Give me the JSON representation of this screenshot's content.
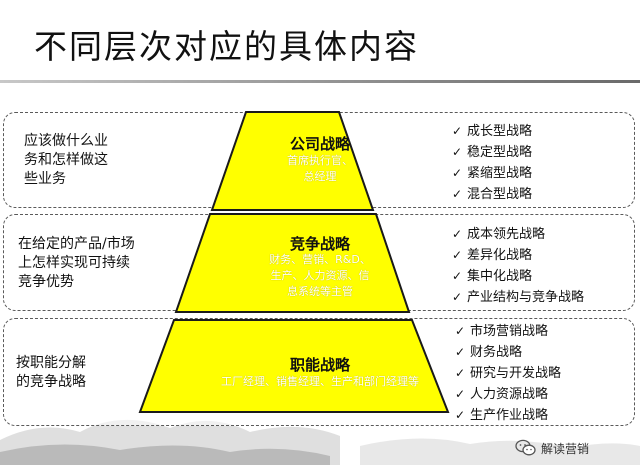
{
  "title": "不同层次对应的具体内容",
  "tiers": [
    {
      "name": "公司战略",
      "sub": [
        "首席执行官、",
        "总经理"
      ],
      "left_text": [
        "应该做什么业",
        "务和怎样做这",
        "些业务"
      ],
      "strategies": [
        "成长型战略",
        "稳定型战略",
        "紧缩型战略",
        "混合型战略"
      ]
    },
    {
      "name": "竞争战略",
      "sub": [
        "财务、营销、R&D、",
        "生产、人力资源、信",
        "息系统等主管"
      ],
      "left_text": [
        "在给定的产品/市场",
        "上怎样实现可持续",
        "竞争优势"
      ],
      "strategies": [
        "成本领先战略",
        "差异化战略",
        "集中化战略",
        "产业结构与竞争战略"
      ]
    },
    {
      "name": "职能战略",
      "sub": [
        "工厂经理、销售经理、生产和部门经理等"
      ],
      "left_text": [
        "按职能分解",
        "的竞争战略"
      ],
      "strategies": [
        "市场营销战略",
        "财务战略",
        "研究与开发战略",
        "人力资源战略",
        "生产作业战略"
      ]
    }
  ],
  "watermark": "解读营销",
  "colors": {
    "pyramid_fill": "#ffff00",
    "pyramid_stroke": "#1a1a1a",
    "band_border": "#5a5a5a"
  }
}
